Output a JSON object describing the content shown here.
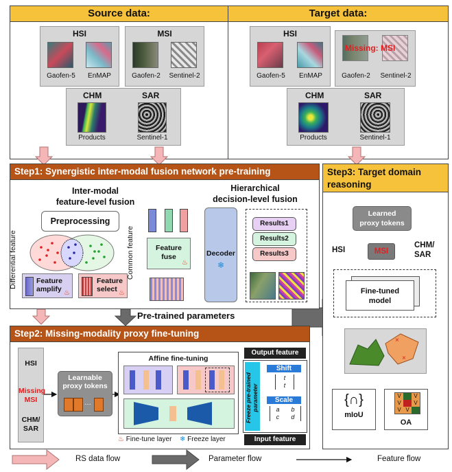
{
  "source": {
    "title": "Source data:",
    "hsi_label": "HSI",
    "hsi_captions": [
      "Gaofen-5",
      "EnMAP"
    ],
    "msi_label": "MSI",
    "msi_captions": [
      "Gaofen-2",
      "Sentinel-2"
    ],
    "chm_label": "CHM",
    "chm_caption": "Products",
    "sar_label": "SAR",
    "sar_caption": "Sentinel-1"
  },
  "target": {
    "title": "Target data:",
    "hsi_label": "HSI",
    "hsi_captions": [
      "Gaofen-5",
      "EnMAP"
    ],
    "msi_missing": "Missing: MSI",
    "msi_captions": [
      "Gaofen-2",
      "Sentinel-2"
    ],
    "chm_label": "CHM",
    "chm_caption": "Products",
    "sar_label": "SAR",
    "sar_caption": "Sentinel-1"
  },
  "step1": {
    "title": "Step1: Synergistic inter-modal fusion network pre-training",
    "inter_modal_title_1": "Inter-modal",
    "inter_modal_title_2": "feature-level fusion",
    "preprocessing": "Preprocessing",
    "differential_feature": "Differential feature",
    "common_feature": "Common feature",
    "feature_amplify_1": "Feature",
    "feature_amplify_2": "amplify",
    "feature_select_1": "Feature",
    "feature_select_2": "select",
    "feature_fuse_1": "Feature",
    "feature_fuse_2": "fuse",
    "hier_title_1": "Hierarchical",
    "hier_title_2": "decision-level fusion",
    "decoder": "Decoder",
    "results": [
      "Results1",
      "Results2",
      "Results3"
    ]
  },
  "pretrained": "Pre-trained parameters",
  "step2": {
    "title": "Step2: Missing-modality proxy fine-tuning",
    "hsi": "HSI",
    "missing_1": "Missing",
    "missing_2": "MSI",
    "chm_sar_1": "CHM/",
    "chm_sar_2": "SAR",
    "learnable_1": "Learnable",
    "learnable_2": "proxy tokens",
    "affine": "Affine fine-tuning",
    "fine_tune_layer": "Fine-tune layer",
    "freeze_layer": "Freeze layer",
    "output_feature": "Output feature",
    "input_feature": "Input feature",
    "freeze_param": "Freeze pre-trained parameter",
    "shift": "Shift",
    "shift_vec": [
      "t",
      "t"
    ],
    "scale": "Scale",
    "scale_mat": [
      "a",
      "b",
      "c",
      "d"
    ]
  },
  "step3": {
    "title_1": "Step3: Target domain",
    "title_2": "reasoning",
    "learned_1": "Learned",
    "learned_2": "proxy tokens",
    "msi": "MSI",
    "hsi": "HSI",
    "chm_1": "CHM/",
    "chm_2": "SAR",
    "finetuned_1": "Fine-tuned",
    "finetuned_2": "model",
    "miou": "mIoU",
    "oa": "OA",
    "oa_grid": [
      "V",
      "",
      "V",
      "V",
      "",
      "V",
      "V",
      "V",
      ""
    ]
  },
  "legend": {
    "rs_flow": "RS data flow",
    "param_flow": "Parameter flow",
    "feature_flow": "Feature flow"
  },
  "colors": {
    "yellow_header": "#f6c23c",
    "brown_header": "#b65418",
    "missing_red": "#e02020",
    "decoder_blue": "#b8c8e8",
    "pink_arrow": "#f4b6b6",
    "gray_arrow": "#6a6a6a"
  }
}
